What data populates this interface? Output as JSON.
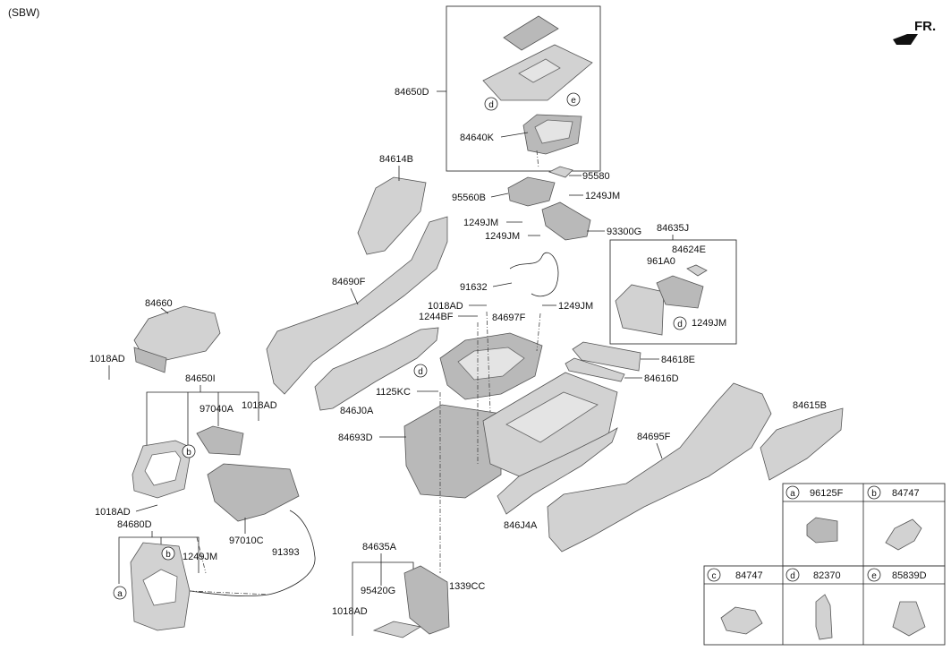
{
  "header": {
    "variant": "(SBW)",
    "front": "FR."
  },
  "callouts": {
    "p84650D": "84650D",
    "p84640K": "84640K",
    "p95580": "95580",
    "p95560B": "95560B",
    "p1249JM_a": "1249JM",
    "p1249JM_b": "1249JM",
    "p1249JM_c": "1249JM",
    "p93300G": "93300G",
    "p84614B": "84614B",
    "p84635J": "84635J",
    "p84624E": "84624E",
    "p961A0": "961A0",
    "p1249JM_d": "1249JM",
    "p84690F": "84690F",
    "p91632": "91632",
    "p1018AD_a": "1018AD",
    "p1244BF": "1244BF",
    "p84697F": "84697F",
    "p1249JM_e": "1249JM",
    "p84660": "84660",
    "p1018AD_b": "1018AD",
    "p84618E": "84618E",
    "p84616D": "84616D",
    "p84650I": "84650I",
    "p97040A": "97040A",
    "p1018AD_c": "1018AD",
    "p1125KC": "1125KC",
    "p846J0A": "846J0A",
    "p84615B": "84615B",
    "p84693D": "84693D",
    "p84695F": "84695F",
    "p1018AD_d": "1018AD",
    "p84680D": "84680D",
    "p846J4A": "846J4A",
    "p97010C": "97010C",
    "p1249JM_f": "1249JM",
    "p91393": "91393",
    "p84635A": "84635A",
    "p95420G": "95420G",
    "p1339CC": "1339CC",
    "p1018AD_e": "1018AD"
  },
  "circle_refs": {
    "a": "a",
    "b": "b",
    "c": "c",
    "d": "d",
    "e": "e"
  },
  "legend": {
    "cells": [
      {
        "letter": "a",
        "part": "96125F"
      },
      {
        "letter": "b",
        "part": "84747"
      },
      {
        "letter": "c",
        "part": "84747"
      },
      {
        "letter": "d",
        "part": "82370"
      },
      {
        "letter": "e",
        "part": "85839D"
      }
    ]
  }
}
